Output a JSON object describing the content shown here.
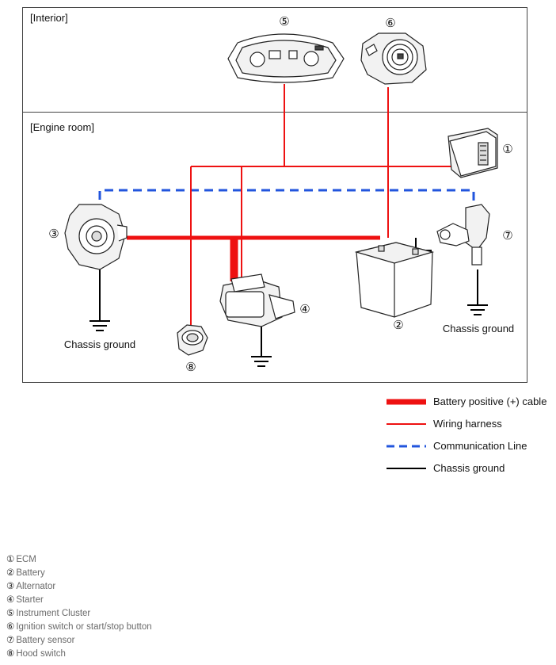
{
  "sections": {
    "interior": "[Interior]",
    "engine_room": "[Engine room]"
  },
  "ground_labels": {
    "alternator": "Chassis ground",
    "sensor": "Chassis ground"
  },
  "component_numbers": {
    "ecm": "①",
    "battery": "②",
    "alternator": "③",
    "starter": "④",
    "cluster": "⑤",
    "ignition": "⑥",
    "sensor": "⑦",
    "hood": "⑧"
  },
  "legend": [
    {
      "label": "Battery positive (+) cable",
      "color": "#ee1111",
      "style": "thick"
    },
    {
      "label": "Wiring harness",
      "color": "#ee1111",
      "style": "thin"
    },
    {
      "label": "Communication Line",
      "color": "#2255dd",
      "style": "dashed"
    },
    {
      "label": "Chassis ground",
      "color": "#000000",
      "style": "thin"
    }
  ],
  "key": [
    {
      "num": "①",
      "label": "ECM"
    },
    {
      "num": "②",
      "label": "Battery"
    },
    {
      "num": "③",
      "label": "Alternator"
    },
    {
      "num": "④",
      "label": "Starter"
    },
    {
      "num": "⑤",
      "label": "Instrument Cluster"
    },
    {
      "num": "⑥",
      "label": "Ignition switch or start/stop button"
    },
    {
      "num": "⑦",
      "label": "Battery sensor"
    },
    {
      "num": "⑧",
      "label": "Hood switch"
    }
  ]
}
